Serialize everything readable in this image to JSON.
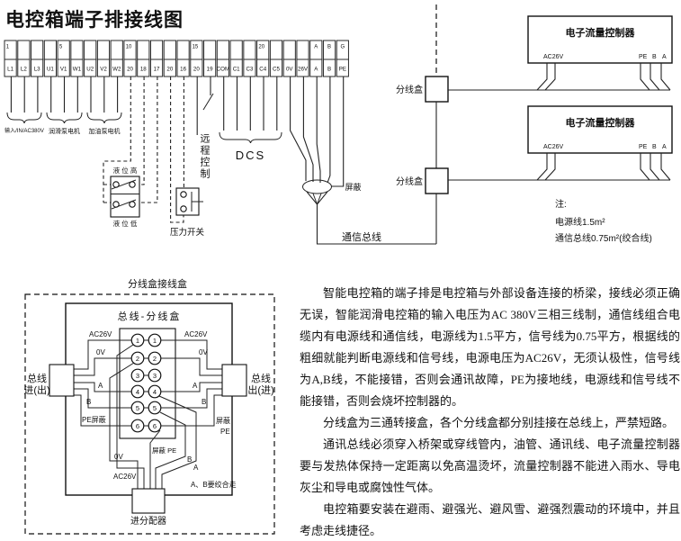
{
  "title": "电控箱端子排接线图",
  "terminal_block": {
    "top_markers": [
      "1",
      "",
      "",
      "",
      "5",
      "",
      "",
      "",
      "",
      "10",
      "",
      "",
      "",
      "",
      "15",
      "",
      "",
      "",
      "",
      "20",
      "",
      "",
      "",
      "A",
      "B",
      "G"
    ],
    "bottom_labels": [
      "L1",
      "L2",
      "L3",
      "U1",
      "V1",
      "W1",
      "U2",
      "V2",
      "W2",
      "20",
      "18",
      "17",
      "20",
      "16",
      "20",
      "19",
      "COM",
      "C1",
      "C3",
      "C4",
      "C5",
      "0V",
      "26V",
      "A",
      "B",
      "PE"
    ]
  },
  "labels": {
    "input_group": "输入/IN/AC380V",
    "lube_pump": "润滑泵电机",
    "oil_pump": "加油泵电机",
    "level_high": "液 位 高",
    "level_low": "液 位 低",
    "pressure_switch": "压力开关",
    "remote_control": "远程控制",
    "dcs": "DCS",
    "shield": "屏蔽",
    "comm_bus": "通信总线",
    "junction_box_1": "分线盒",
    "junction_box_2": "分线盒"
  },
  "controller": {
    "title": "电子流量控制器",
    "power_terminal": "AC26V",
    "pe": "PE",
    "b": "B",
    "a": "A"
  },
  "note": {
    "heading": "注:",
    "power_line": "电源线1.5m²",
    "comm_line": "通信总线0.75m²(绞合线)"
  },
  "detail": {
    "title": "分线盒接线盒",
    "box_title": "总线-分线盒",
    "terminal_numbers": [
      "1",
      "2",
      "3",
      "4",
      "5",
      "6"
    ],
    "left": {
      "ac": "AC26V",
      "ov": "0V",
      "a": "A",
      "b": "B",
      "pe": "PE屏蔽"
    },
    "right": {
      "ac": "AC26V",
      "ov": "0V",
      "a": "A",
      "b": "B",
      "shield": "屏蔽",
      "pe": "PE"
    },
    "bottom": {
      "ov": "0V",
      "ac": "AC26V",
      "shield_pe": "屏蔽 PE",
      "b": "B",
      "a": "A"
    },
    "bus_in_line1": "总线",
    "bus_in_line2": "进(出)",
    "bus_out_line1": "总线",
    "bus_out_line2": "出(进)",
    "distributor": "进分配器",
    "twist_note": "A、B要绞合走"
  },
  "description": {
    "p1": "智能电控箱的端子排是电控箱与外部设备连接的桥梁，接线必须正确无误，智能润滑电控箱的输入电压为AC 380V三相三线制，通信线组合电缆内有电源线和通信线，电源线为1.5平方，信号线为0.75平方，根据线的粗细就能判断电源线和信号线，电源电压为AC26V，无须认极性，信号线为A,B线，不能接错，否则会通讯故障，PE为接地线，电源线和信号线不能接错，否则会烧坏控制器的。",
    "p2": "分线盒为三通转接盒，各个分线盒都分别挂接在总线上，严禁短路。",
    "p3": "通讯总线必须穿入桥架或穿线管内，油管、通讯线、电子流量控制器要与发热体保持一定距离以免高温烫坏，流量控制器不能进入雨水、导电灰尘和导电或腐蚀性气体。",
    "p4": "电控箱要安装在避雨、避强光、避风雪、避强烈震动的环境中，并且考虑走线捷径。"
  }
}
